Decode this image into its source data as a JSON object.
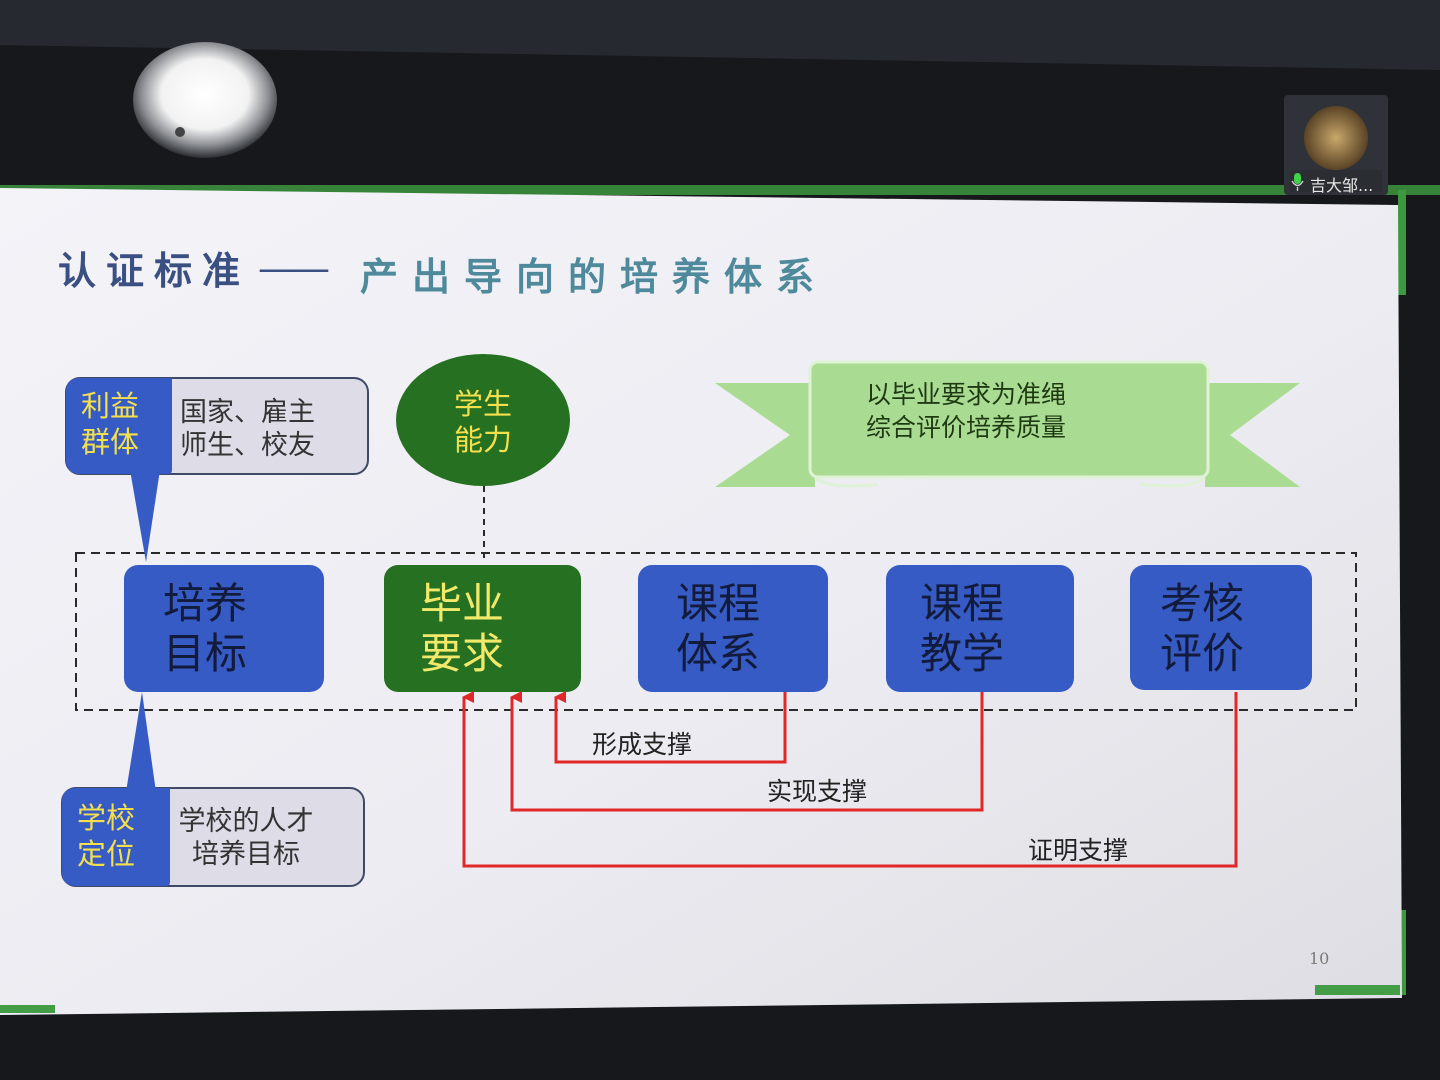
{
  "title": {
    "part1": "认证标准",
    "dash": "——",
    "part2": "产出导向的培养体系"
  },
  "callouts": {
    "stakeholders": {
      "tag_line1": "利益",
      "tag_line2": "群体",
      "text_line1": "国家、雇主",
      "text_line2": "师生、校友"
    },
    "school": {
      "tag_line1": "学校",
      "tag_line2": "定位",
      "text_line1": "学校的人才",
      "text_line2": "培养目标"
    }
  },
  "ability": {
    "line1": "学生",
    "line2": "能力"
  },
  "ribbon": {
    "line1": "以毕业要求为准绳",
    "line2": "综合评价培养质量"
  },
  "chain": [
    {
      "line1": "培养",
      "line2": "目标"
    },
    {
      "line1": "毕业",
      "line2": "要求"
    },
    {
      "line1": "课程",
      "line2": "体系"
    },
    {
      "line1": "课程",
      "line2": "教学"
    },
    {
      "line1": "考核",
      "line2": "评价"
    }
  ],
  "support_labels": {
    "form": "形成支撑",
    "realize": "实现支撑",
    "prove": "证明支撑"
  },
  "slide_page_number": "10",
  "video": {
    "participant_name": "吉大邹..."
  },
  "colors": {
    "box_blue": "#2f55c2",
    "box_green": "#1e6b1a",
    "ribbon_green": "#a6db8e",
    "arrow_red": "#e02020",
    "title_navy": "#3a4f82",
    "title_teal": "#4f8a9c",
    "slide_bg": "#eeeef4"
  },
  "icons": {
    "mic": "microphone-icon",
    "ceiling_light": "ceiling-light"
  }
}
